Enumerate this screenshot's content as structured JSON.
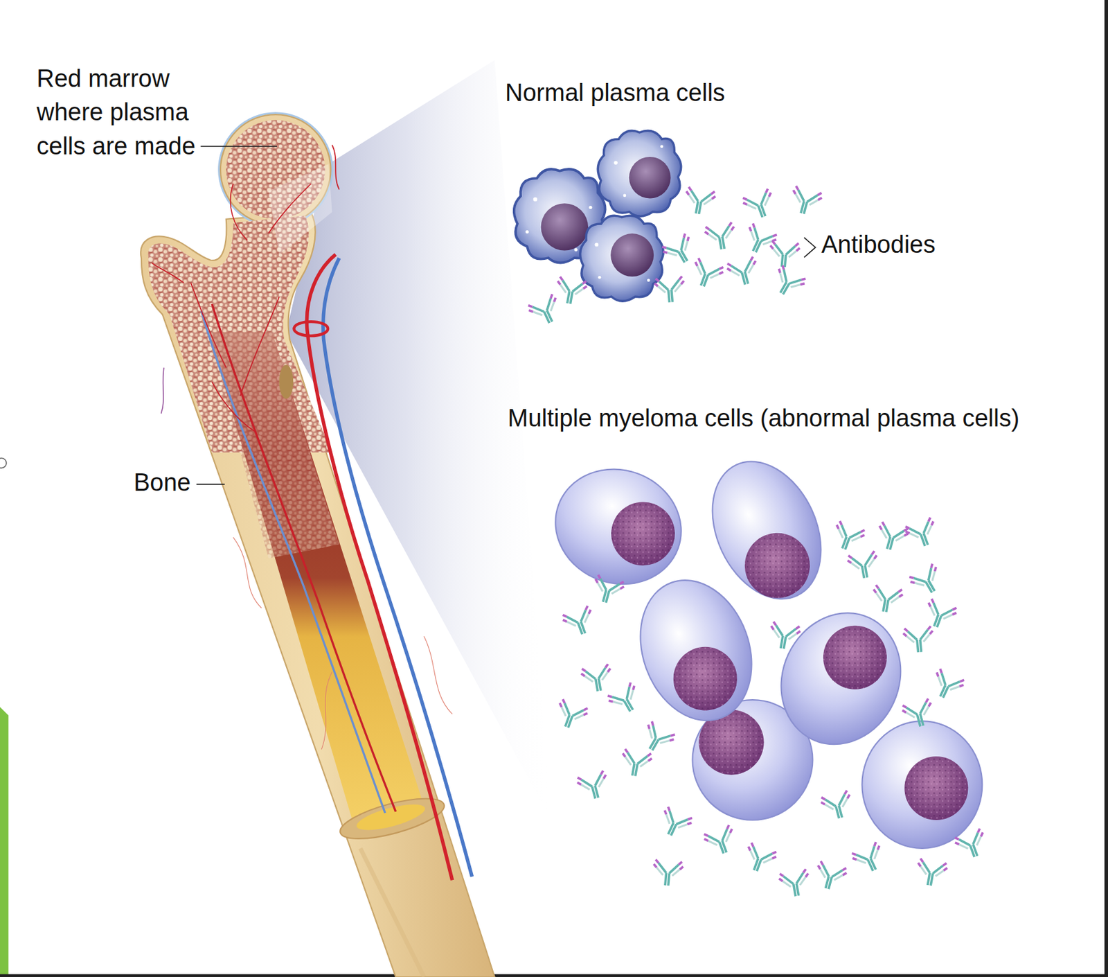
{
  "diagram": {
    "labels": [
      "Red marrow where plasma cells are made",
      "Normal plasma cells",
      "Antibodies",
      "Multiple myeloma cells (abnormal plasma cells)",
      "Bone"
    ]
  }
}
